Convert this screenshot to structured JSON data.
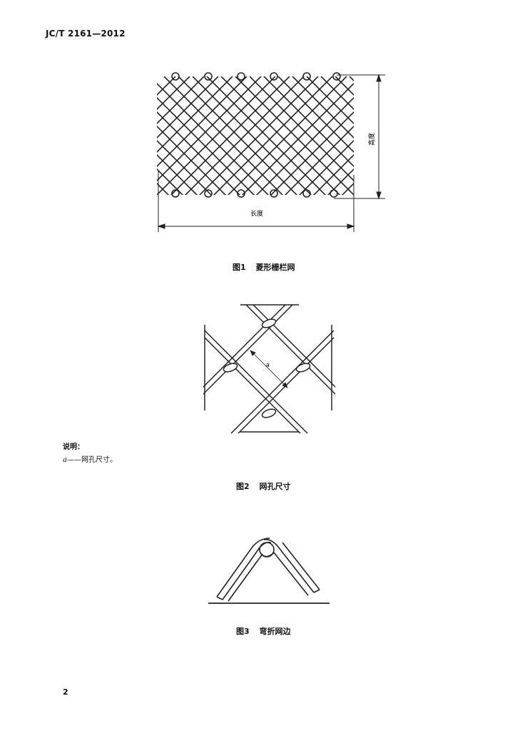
{
  "header": {
    "standard_code": "JC/T 2161—2012"
  },
  "figure1": {
    "caption_number": "图1",
    "caption_title": "菱形栅栏网",
    "length_label": "长度",
    "height_label": "高度"
  },
  "figure2": {
    "dimension_label": "a",
    "caption_number": "图2",
    "caption_title": "网孔尺寸"
  },
  "legend": {
    "heading": "说明：",
    "symbol": "a",
    "description": "——网孔尺寸。"
  },
  "figure3": {
    "caption_number": "图3",
    "caption_title": "弯折网边"
  },
  "footer": {
    "page_number": "2"
  }
}
